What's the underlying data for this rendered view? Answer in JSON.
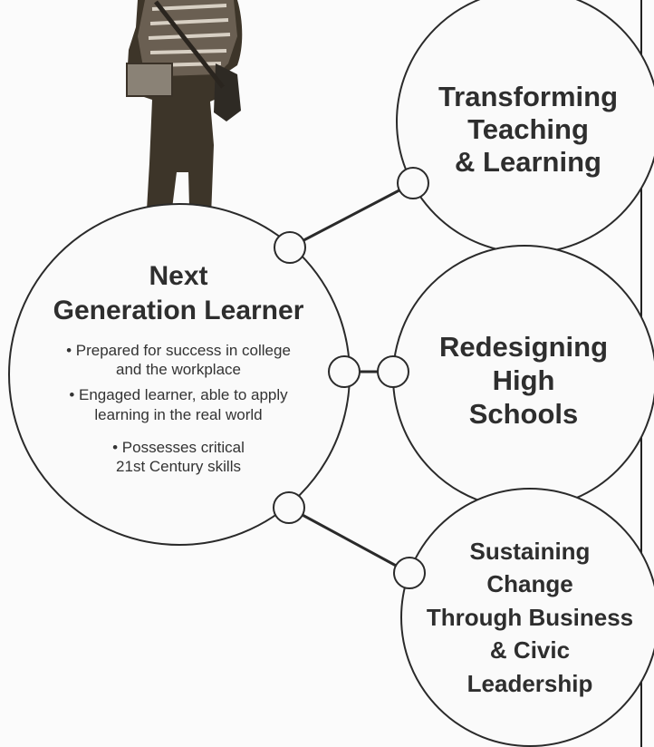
{
  "center": {
    "title_line1": "Next",
    "title_line2": "Generation Learner",
    "bullets": [
      [
        "• Prepared for success in college",
        "and the workplace"
      ],
      [
        "• Engaged learner, able to apply",
        "learning in the real world"
      ],
      [
        "• Possesses critical",
        "21st Century skills"
      ]
    ]
  },
  "pillars": [
    {
      "lines": [
        "Transforming",
        "Teaching",
        "& Learning"
      ]
    },
    {
      "lines": [
        "Redesigning",
        "High",
        "Schools"
      ]
    },
    {
      "lines": [
        "Sustaining",
        "Change",
        "Through Business",
        "& Civic",
        "Leadership"
      ]
    }
  ]
}
